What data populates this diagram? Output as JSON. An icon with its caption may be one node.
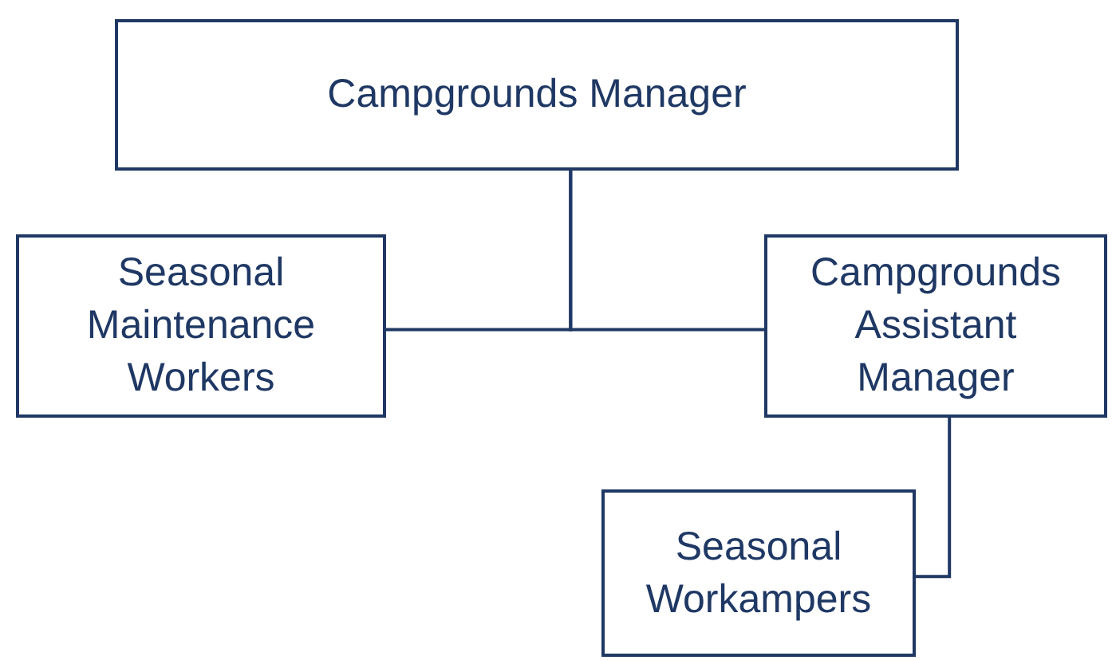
{
  "diagram": {
    "nodes": [
      {
        "text": [
          "Campgrounds Manager"
        ]
      },
      {
        "text": [
          "Seasonal Maintenance Workers"
        ]
      },
      {
        "text": [
          "Campgrounds Assistant Manager"
        ]
      },
      {
        "text": [
          "Seasonal Workampers"
        ]
      }
    ],
    "edges": [
      {
        "from": 0,
        "to": 1,
        "arrow": "none"
      },
      {
        "from": 0,
        "to": 2,
        "arrow": "none"
      },
      {
        "from": 2,
        "to": 3,
        "arrow": "none"
      }
    ]
  }
}
